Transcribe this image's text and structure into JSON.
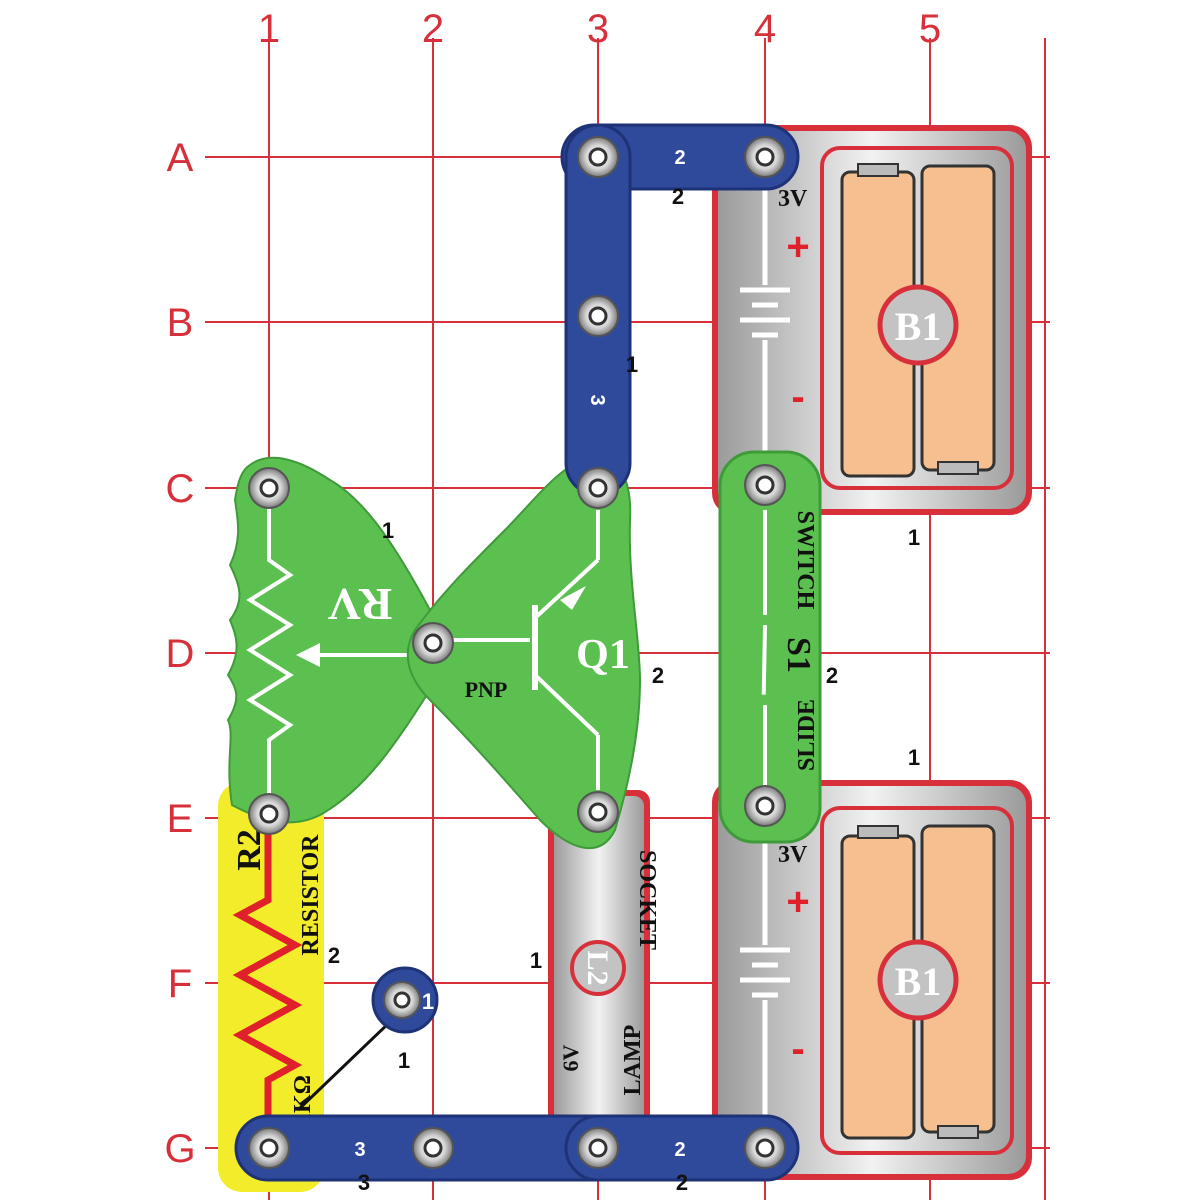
{
  "grid": {
    "columns": [
      "1",
      "2",
      "3",
      "4",
      "5"
    ],
    "rows": [
      "A",
      "B",
      "C",
      "D",
      "E",
      "F",
      "G"
    ]
  },
  "wires": {
    "top_2": "2",
    "vertical_3": "3",
    "bottom_3": "3",
    "bottom_2": "2"
  },
  "levels": {
    "a_top": "2",
    "b_vertical": "1",
    "rv": "1",
    "q1": "2",
    "switch": "2",
    "battery_top": "1",
    "battery_bottom": "1",
    "resistor": "2",
    "lamp": "1",
    "jumper": "1",
    "g_left": "3",
    "g_right": "2"
  },
  "battery_top": {
    "voltage": "3V",
    "plus": "+",
    "minus": "-",
    "label": "B1"
  },
  "battery_bottom": {
    "voltage": "3V",
    "plus": "+",
    "minus": "-",
    "label": "B1"
  },
  "rv": {
    "label": "RV"
  },
  "q1": {
    "label": "Q1",
    "type": "PNP"
  },
  "switch": {
    "label": "S1",
    "text1": "SLIDE",
    "text2": "SWITCH"
  },
  "resistor": {
    "label": "R2",
    "text": "RESISTOR",
    "value": "1KΩ"
  },
  "lamp": {
    "label": "L2",
    "text1": "LAMP",
    "text2": "SOCKET",
    "voltage": "6V"
  },
  "jumper": {
    "label": "1"
  },
  "colors": {
    "grid": "#d8303a",
    "wire": "#2f4a9a",
    "green": "#5cc050",
    "battery_body": "#c9c9c9",
    "battery_cell": "#f6bf8f",
    "resistor": "#f3ec2a",
    "red": "#e0202a"
  }
}
